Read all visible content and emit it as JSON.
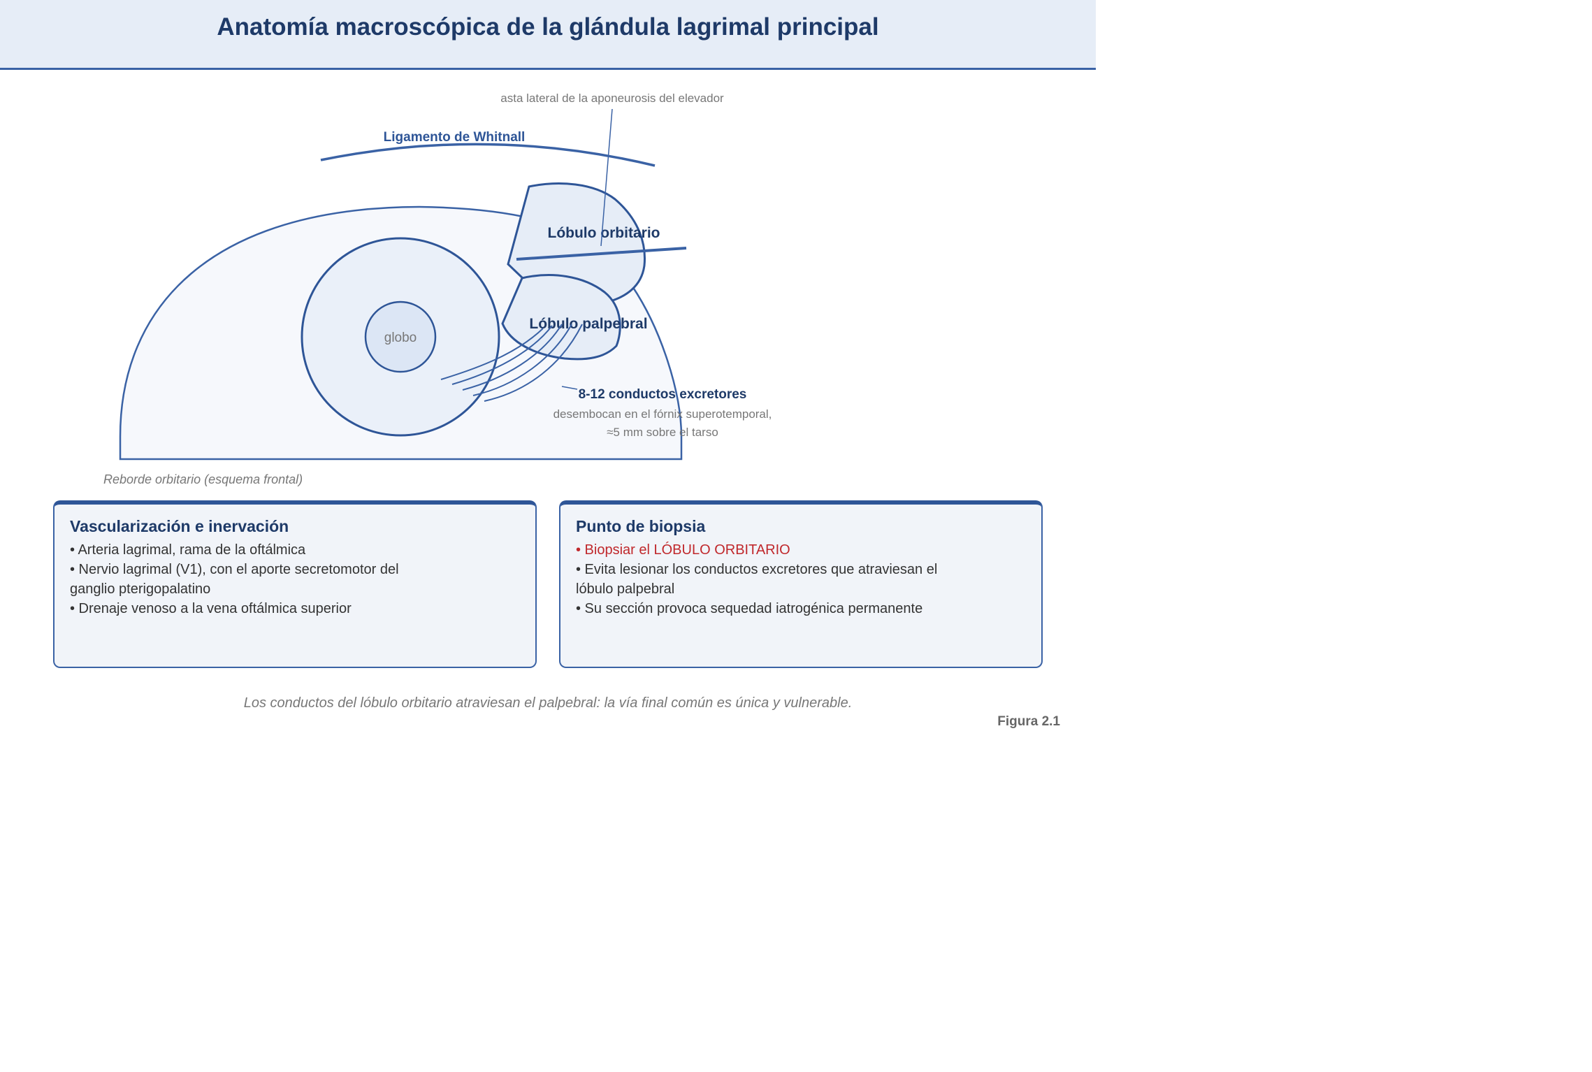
{
  "title": "Anatomía macroscópica de la glándula lagrimal principal",
  "diagram": {
    "levator_label": "asta lateral de la aponeurosis del elevador",
    "whitnall_label": "Ligamento de Whitnall",
    "orbital_lobe_label": "Lóbulo orbitario",
    "palpebral_lobe_label": "Lóbulo palpebral",
    "globe_label": "globo",
    "ducts_title": "8-12 conductos excretores",
    "ducts_line1": "desembocan en el fórnix superotemporal,",
    "ducts_line2": "≈5 mm sobre el tarso",
    "rim_caption": "Reborde orbitario (esquema frontal)"
  },
  "vascular_box": {
    "title": "Vascularización e inervación",
    "items": [
      "• Arteria lagrimal, rama de la oftálmica",
      "• Nervio lagrimal (V1), con el aporte secretomotor del",
      "ganglio pterigopalatino",
      "• Drenaje venoso a la vena oftálmica superior"
    ]
  },
  "biopsy_box": {
    "title": "Punto de biopsia",
    "items": [
      "• Biopsiar el LÓBULO ORBITARIO",
      "• Evita lesionar los conductos excretores que atraviesan el",
      "lóbulo palpebral",
      "• Su sección provoca sequedad iatrogénica permanente"
    ]
  },
  "footnote": "Los conductos del lóbulo orbitario atraviesan el palpebral: la vía final común es única y vulnerable.",
  "figure_label": "Figura 2.1",
  "colors": {
    "accent": "#3a62a5",
    "dark_blue": "#1e3a68",
    "alert_red": "#c0282c",
    "header_bg": "#e6edf7"
  }
}
